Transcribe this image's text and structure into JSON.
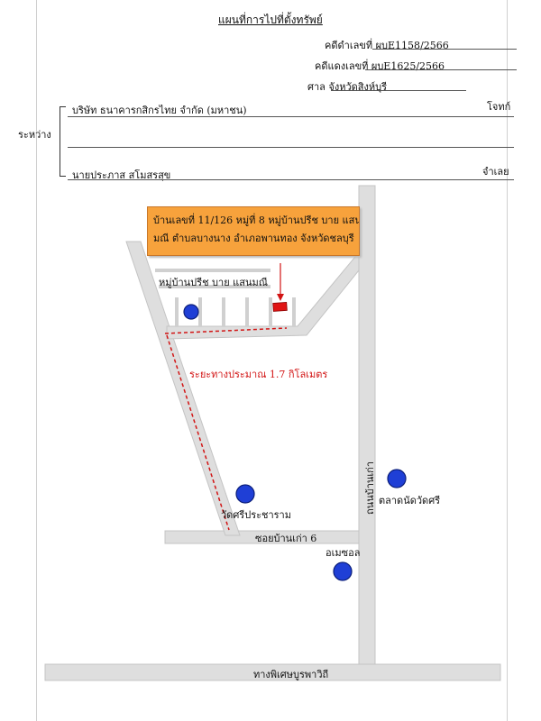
{
  "header": {
    "title": "แผนที่การไปที่ตั้งทรัพย์",
    "black_case": "คดีดำเลขที่ ผบE1158/2566",
    "red_case": "คดีแดงเลขที่ ผบE1625/2566",
    "court": "ศาล จังหวัดสิงห์บุรี"
  },
  "parties": {
    "between_label": "ระหว่าง",
    "plaintiff_name": "บริษัท ธนาคารกสิกรไทย จำกัด (มหาชน)",
    "plaintiff_role": "โจทก์",
    "defendant_name": "นายประภาส สโมสรสุข",
    "defendant_role": "จำเลย"
  },
  "map": {
    "callout_line1": "บ้านเลขที่ 11/126 หมู่ที่ 8 หมู่บ้านปรีช บาย แสน",
    "callout_line2": "มณี ตำบลบางนาง อำเภอพานทอง จังหวัดชลบุรี",
    "village_label": "หมู่บ้านปรีช บาย แสนมณี",
    "distance_label": "ระยะทางประมาณ 1.7 กิโลเมตร",
    "temple_label": "วัดศรีประชาราม",
    "market_label": "ตลาดนัดวัดศรี",
    "soi_label": "ซอยบ้านเก่า 6",
    "amezol_label": "อเมซอล",
    "vertical_road_label": "ถนนบ้านเก่า",
    "main_road_label": "ทางพิเศษบูรพาวิถี",
    "colors": {
      "marker": "#e01414",
      "landmark": "#1f3fd6",
      "callout": "#f7a23c",
      "route": "#d21414",
      "road": "#dedede"
    }
  }
}
